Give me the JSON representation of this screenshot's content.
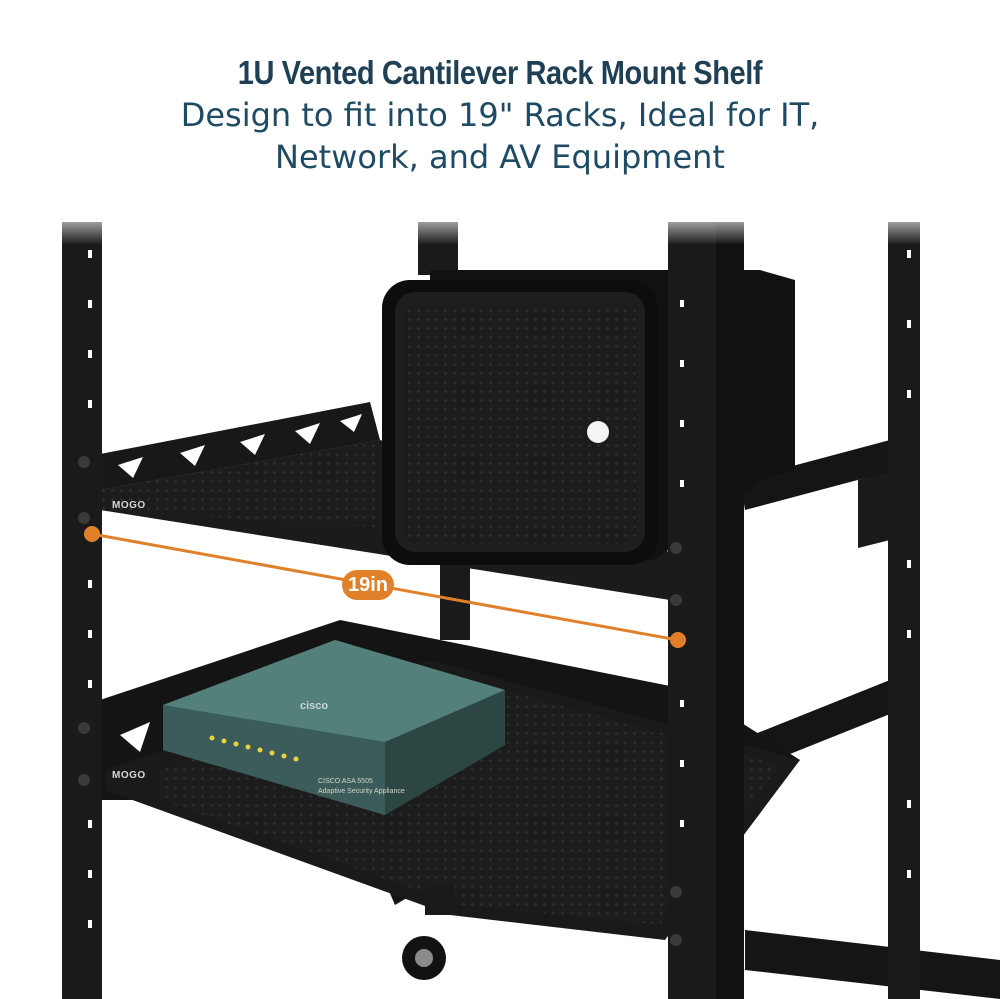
{
  "header": {
    "title": "1U Vented Cantilever Rack Mount Shelf",
    "subtitle_line1": "Design to fit into 19\" Racks, Ideal for IT,",
    "subtitle_line2": "Network, and AV Equipment"
  },
  "dimension": {
    "label": "19in",
    "color": "#e0812a"
  },
  "shelf_brand": "MOGO",
  "device": {
    "brand": "cisco",
    "model": "CISCO ASA 5505",
    "series": "Adaptive Security Appliance",
    "color": "#3d5e5c"
  },
  "colors": {
    "heading": "#1f3f55",
    "rack": "#1a1a1a",
    "accent": "#e0812a"
  }
}
